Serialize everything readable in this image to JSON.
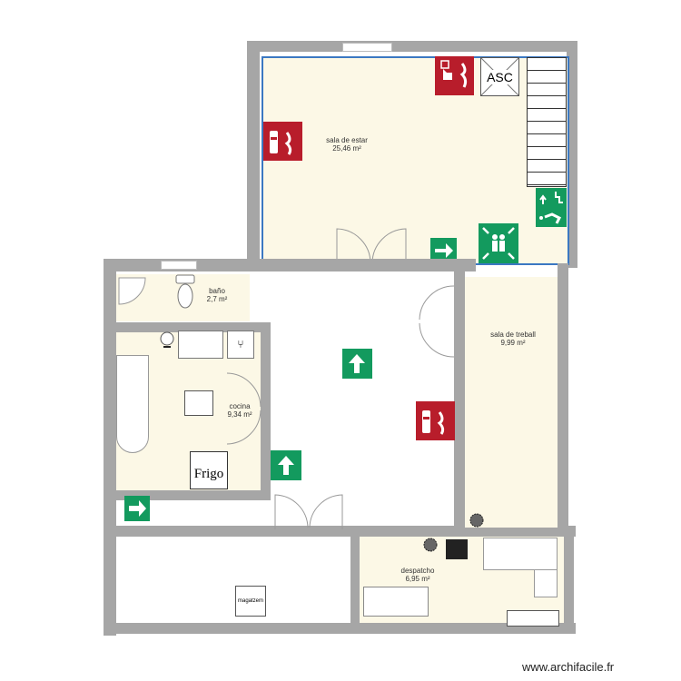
{
  "plan": {
    "rooms": [
      {
        "id": "sala-de-estar",
        "name": "sala de estar",
        "area": "25,46 m²"
      },
      {
        "id": "bano",
        "name": "baño",
        "area": "2,7 m²"
      },
      {
        "id": "cocina",
        "name": "cocina",
        "area": "9,34 m²"
      },
      {
        "id": "sala-de-treball",
        "name": "sala de treball",
        "area": "9,99 m²"
      },
      {
        "id": "despatcho",
        "name": "despatcho",
        "area": "6,95 m²"
      }
    ],
    "objects": {
      "elevator": "ASC",
      "fridge": "Frigo",
      "storage": "magatzem"
    },
    "signs": [
      {
        "type": "fire-extinguisher",
        "color": "#b81d2b"
      },
      {
        "type": "fire-alarm",
        "color": "#b81d2b"
      },
      {
        "type": "emergency-exit-arrow",
        "color": "#139a5e"
      },
      {
        "type": "assembly-point",
        "color": "#139a5e"
      },
      {
        "type": "emergency-stairs",
        "color": "#139a5e"
      }
    ],
    "colors": {
      "wall": "#a6a6a6",
      "room_fill": "#fcf8e6",
      "highlight_border": "#3b78c2"
    }
  },
  "footer": {
    "watermark": "www.archifacile.fr"
  }
}
